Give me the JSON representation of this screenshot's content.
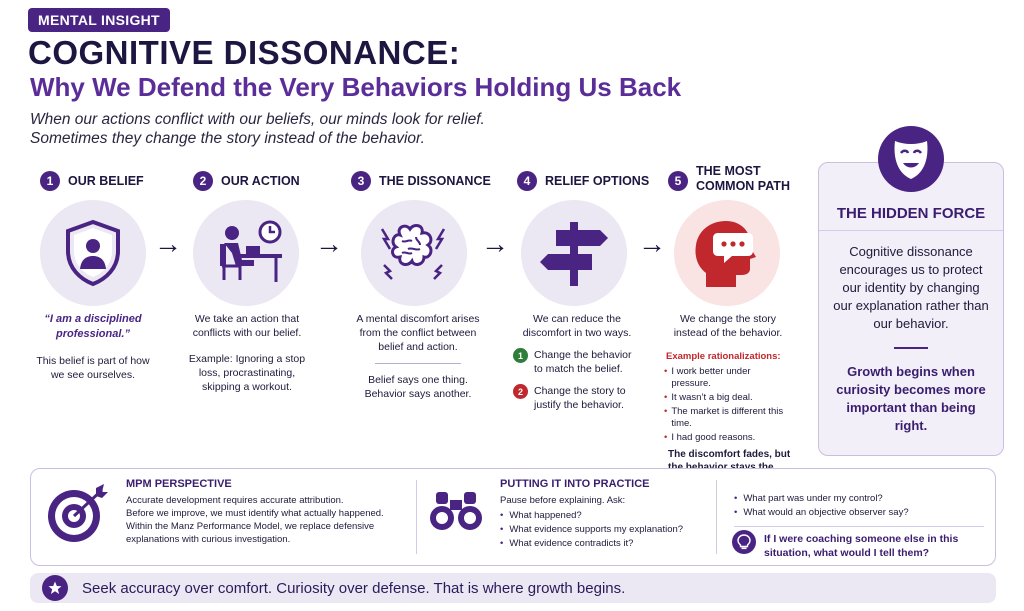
{
  "header": {
    "tag": "MENTAL INSIGHT",
    "title": "COGNITIVE DISSONANCE:",
    "subtitle": "Why We Defend the Very Behaviors Holding Us Back",
    "intro_line1": "When our actions conflict with our beliefs, our minds look for relief.",
    "intro_line2": "Sometimes they change the story instead of the behavior."
  },
  "steps": [
    {
      "num": "1",
      "title": "OUR BELIEF",
      "icon": "shield-person-icon",
      "quote": "“I am a disciplined professional.”",
      "body": "This belief is part of how we see ourselves."
    },
    {
      "num": "2",
      "title": "OUR ACTION",
      "icon": "person-at-desk-icon",
      "body": "We take an action that conflicts with our belief.",
      "example": "Example: Ignoring a stop loss, procrastinating, skipping a workout."
    },
    {
      "num": "3",
      "title": "THE DISSONANCE",
      "icon": "brain-lightning-icon",
      "body": "A mental discomfort arises from the conflict between belief and action.",
      "note": "Belief says one thing. Behavior says another."
    },
    {
      "num": "4",
      "title": "RELIEF OPTIONS",
      "icon": "signpost-icon",
      "body": "We can reduce the discomfort in two ways.",
      "options": [
        {
          "n": "1",
          "text": "Change the behavior to match the belief.",
          "color": "#2e7d3a"
        },
        {
          "n": "2",
          "text": "Change the story to justify the behavior.",
          "color": "#c0282d"
        }
      ]
    },
    {
      "num": "5",
      "title": "THE MOST COMMON PATH",
      "icon": "head-speech-bubble-icon",
      "body": "We change the story instead of the behavior.",
      "rationalizations_label": "Example rationalizations:",
      "rationalizations": [
        "I work better under pressure.",
        "It wasn’t a big deal.",
        "The market is different this time.",
        "I had good reasons."
      ],
      "closing": "The discomfort fades, but the behavior stays the same."
    }
  ],
  "hidden_force": {
    "icon": "mask-icon",
    "title": "THE HIDDEN FORCE",
    "text": "Cognitive dissonance encourages us to protect our identity by changing our explanation rather than our behavior.",
    "strong": "Growth begins when curiosity becomes more important than being right."
  },
  "mpm": {
    "icon": "target-arrow-icon",
    "title": "MPM PERSPECTIVE",
    "line1": "Accurate development requires accurate attribution.",
    "line2": "Before we improve, we must identify what actually happened.",
    "line3": "Within the Manz Performance Model, we replace defensive",
    "line4": "explanations with curious investigation."
  },
  "practice": {
    "icon": "binoculars-icon",
    "title": "PUTTING IT INTO PRACTICE",
    "lead": "Pause before explaining. Ask:",
    "questions": [
      "What happened?",
      "What evidence supports my explanation?",
      "What evidence contradicts it?"
    ],
    "questions2": [
      "What part was under my control?",
      "What would an objective observer say?"
    ],
    "coach": "If I were coaching someone else in this situation, what would I tell them?"
  },
  "footer": {
    "icon": "star-icon",
    "text": "Seek accuracy over comfort. Curiosity over defense. That is where growth begins."
  }
}
